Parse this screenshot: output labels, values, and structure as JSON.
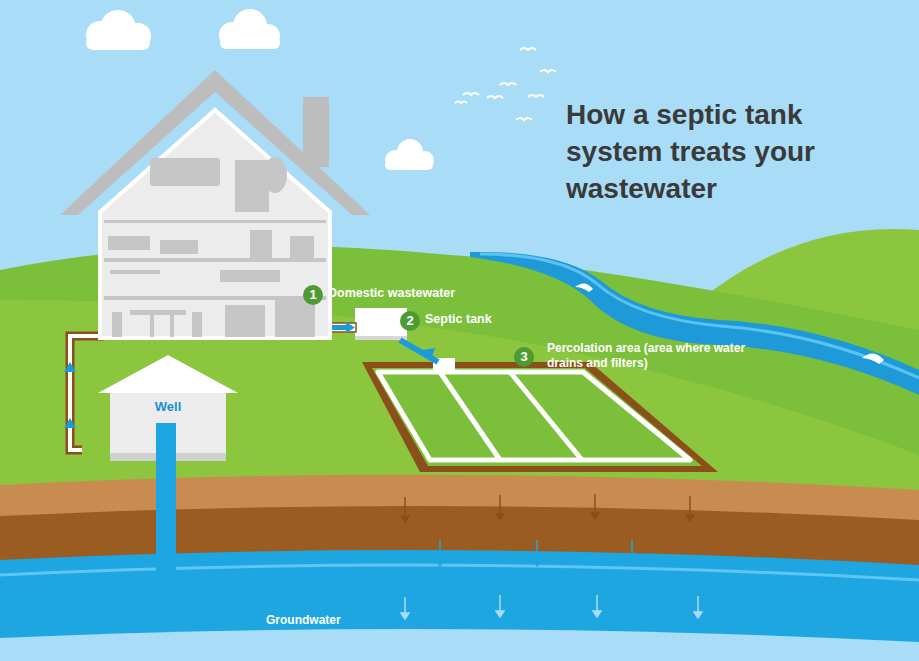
{
  "diagram": {
    "title": "How a septic tank system treats your wastewater",
    "nodes": [
      {
        "text": [
          "Well"
        ]
      }
    ],
    "labels": [
      "1",
      "Domestic wastewater",
      "2",
      "Septic tank",
      "3",
      "Percolation area (area where water drains and filters)",
      "Groundwater"
    ]
  }
}
